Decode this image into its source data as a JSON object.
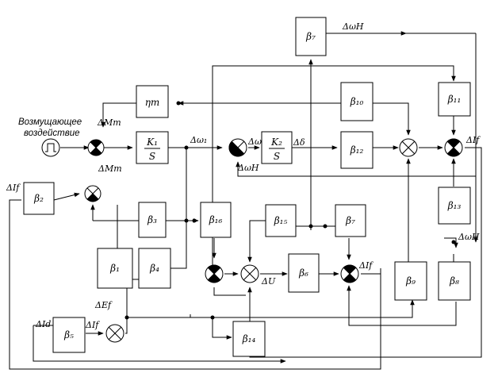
{
  "disturbance": {
    "caption_line1": "Возмущающее",
    "caption_line2": "воздействие"
  },
  "blocks": [
    {
      "id": "eta_t",
      "label": "ηт"
    },
    {
      "id": "k1_s",
      "num": "K₁",
      "den": "S"
    },
    {
      "id": "k2_s",
      "num": "K₂",
      "den": "S"
    },
    {
      "id": "b7",
      "label": "β₇"
    },
    {
      "id": "b10",
      "label": "β₁₀"
    },
    {
      "id": "b11",
      "label": "β₁₁"
    },
    {
      "id": "b12",
      "label": "β₁₂"
    },
    {
      "id": "b13",
      "label": "β₁₃"
    },
    {
      "id": "b2",
      "label": "β₂"
    },
    {
      "id": "b3",
      "label": "β₃"
    },
    {
      "id": "b16",
      "label": "β₁₆"
    },
    {
      "id": "b15",
      "label": "β₁₅"
    },
    {
      "id": "b7b",
      "label": "β₇"
    },
    {
      "id": "b1",
      "label": "β₁"
    },
    {
      "id": "b4",
      "label": "β₄"
    },
    {
      "id": "b6",
      "label": "β₆"
    },
    {
      "id": "b9",
      "label": "β₉"
    },
    {
      "id": "b8",
      "label": "β₈"
    },
    {
      "id": "b5",
      "label": "β₅"
    },
    {
      "id": "b14",
      "label": "β₁₄"
    }
  ],
  "signals": [
    {
      "id": "dMt_top",
      "text": "ΔMт"
    },
    {
      "id": "dMt_bot",
      "text": "ΔMт"
    },
    {
      "id": "dw1",
      "text": "Δω₁"
    },
    {
      "id": "dw",
      "text": "Δω"
    },
    {
      "id": "dwn_sum",
      "text": "ΔωН"
    },
    {
      "id": "ddelta",
      "text": "Δδ"
    },
    {
      "id": "dwn_top",
      "text": "ΔωН"
    },
    {
      "id": "dIf_right",
      "text": "ΔIf"
    },
    {
      "id": "dIf_left",
      "text": "ΔIf"
    },
    {
      "id": "dwn_right",
      "text": "ΔωН"
    },
    {
      "id": "dU",
      "text": "ΔU"
    },
    {
      "id": "dIf_mid",
      "text": "ΔIf"
    },
    {
      "id": "dEf",
      "text": "ΔEf"
    },
    {
      "id": "dId",
      "text": "ΔId"
    },
    {
      "id": "dIf_low",
      "text": "ΔIf"
    }
  ]
}
